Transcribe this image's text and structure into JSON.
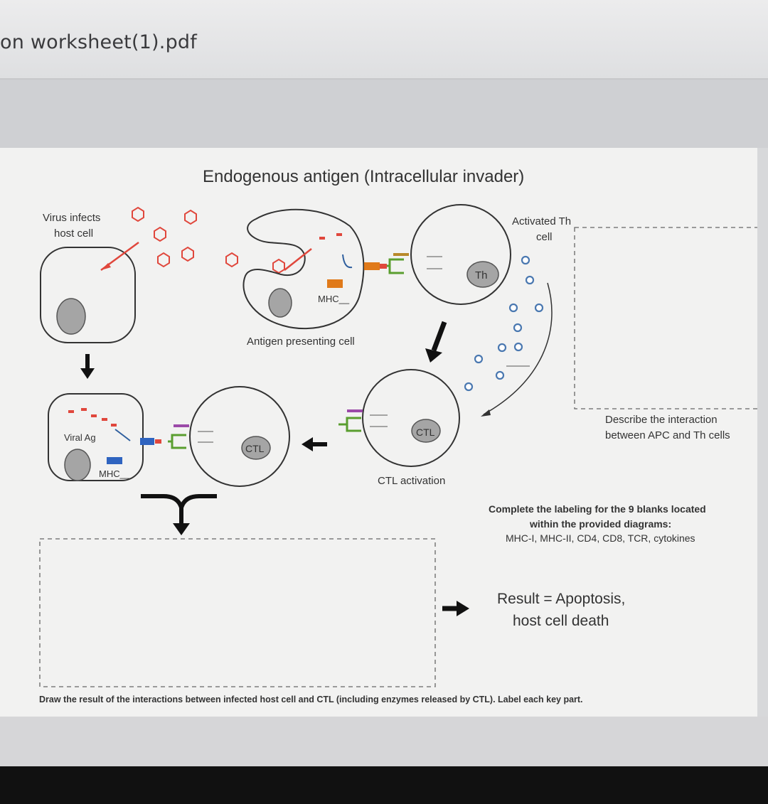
{
  "window": {
    "title": "on worksheet(1).pdf"
  },
  "worksheet": {
    "heading": "Endogenous antigen (Intracellular invader)",
    "labels": {
      "virus_infects_1": "Virus infects",
      "virus_infects_2": "host cell",
      "mhc_apc": "MHC__",
      "apc": "Antigen presenting cell",
      "activated_th_1": "Activated Th",
      "activated_th_2": "cell",
      "th": "Th",
      "viral_ag": "Viral Ag",
      "mhc_host": "MHC__",
      "ctl_left": "CTL",
      "ctl_right": "CTL",
      "ctl_activation": "CTL activation",
      "describe_1": "Describe the interaction",
      "describe_2": "between APC and Th cells"
    },
    "instructions": {
      "line1": "Complete the labeling for the 9 blanks located",
      "line2": "within the provided diagrams:",
      "line3": "MHC-I, MHC-II, CD4, CD8, TCR, cytokines"
    },
    "result": {
      "line1": "Result = Apoptosis,",
      "line2": "host cell death"
    },
    "footer": "Draw the result of the interactions between infected host cell and CTL (including enzymes released by CTL). Label each key part."
  }
}
